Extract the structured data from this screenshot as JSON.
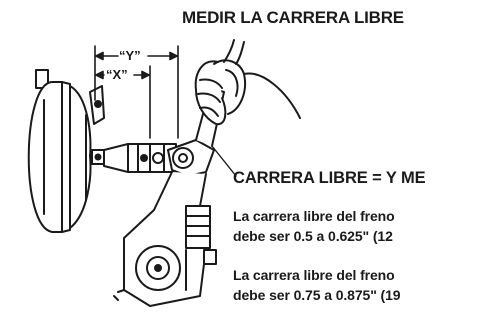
{
  "diagram": {
    "heading": "MEDIR LA CARRERA LIBRE",
    "dimension_y_label": "“Y”",
    "dimension_x_label": "“X”",
    "formula": "CARRERA LIBRE = Y ME",
    "note_1_line_1": "La carrera libre del freno",
    "note_1_line_2": "debe ser 0.5 a 0.625\" (12",
    "note_2_line_1": "La carrera libre del freno",
    "note_2_line_2": "debe ser 0.75 a 0.875\" (19"
  }
}
